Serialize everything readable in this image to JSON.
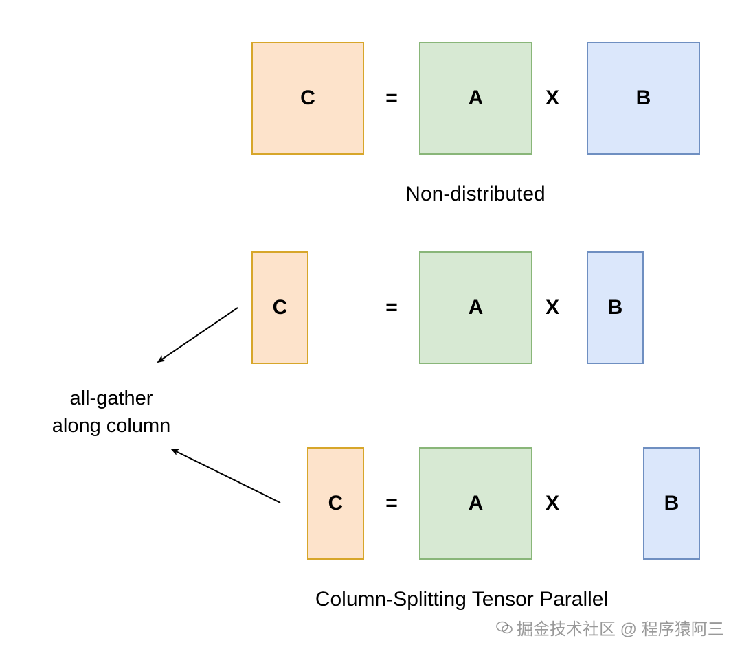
{
  "rows": {
    "non_distributed": {
      "c": "C",
      "eq": "=",
      "a": "A",
      "times": "X",
      "b": "B"
    },
    "split_1": {
      "c": "C",
      "eq": "=",
      "a": "A",
      "times": "X",
      "b": "B"
    },
    "split_2": {
      "c": "C",
      "eq": "=",
      "a": "A",
      "times": "X",
      "b": "B"
    }
  },
  "captions": {
    "non_distributed": "Non-distributed",
    "column_split": "Column-Splitting Tensor Parallel"
  },
  "side_label": {
    "line1": "all-gather",
    "line2": "along column"
  },
  "watermark": "掘金技术社区 @ 程序猿阿三",
  "colors": {
    "c_fill": "#fde3cb",
    "c_border": "#d7a62a",
    "a_fill": "#d7e9d3",
    "a_border": "#89b679",
    "b_fill": "#dbe7fb",
    "b_border": "#6f8fc1"
  }
}
